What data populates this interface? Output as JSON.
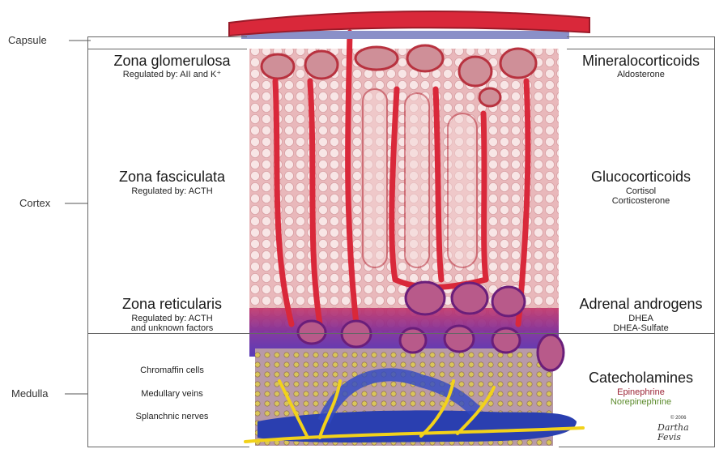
{
  "left_labels": {
    "capsule": "Capsule",
    "cortex": "Cortex",
    "medulla": "Medulla"
  },
  "zones": {
    "glomerulosa": {
      "title": "Zona glomerulosa",
      "sub": "Regulated by: AII and K⁺"
    },
    "fasciculata": {
      "title": "Zona fasciculata",
      "sub": "Regulated by: ACTH"
    },
    "reticularis": {
      "title": "Zona reticularis",
      "sub1": "Regulated by: ACTH",
      "sub2": "and unknown factors"
    }
  },
  "medulla_items": [
    "Chromaffin cells",
    "Medullary veins",
    "Splanchnic nerves"
  ],
  "hormones": {
    "mineralo": {
      "title": "Mineralocorticoids",
      "sub1": "Aldosterone"
    },
    "gluco": {
      "title": "Glucocorticoids",
      "sub1": "Cortisol",
      "sub2": "Corticosterone"
    },
    "androgens": {
      "title": "Adrenal androgens",
      "sub1": "DHEA",
      "sub2": "DHEA-Sulfate"
    },
    "catechol": {
      "title": "Catecholamines",
      "sub1": "Epinephrine",
      "sub2": "Norepinephrine"
    }
  },
  "colors": {
    "epinephrine": "#9b2335",
    "norepinephrine": "#5a8a2a",
    "artery": "#d9283a",
    "vein": "#2a3fb0",
    "nerve": "#f2d21a"
  },
  "credit": {
    "year": "© 2006",
    "signature": "Dartha Fevis"
  }
}
